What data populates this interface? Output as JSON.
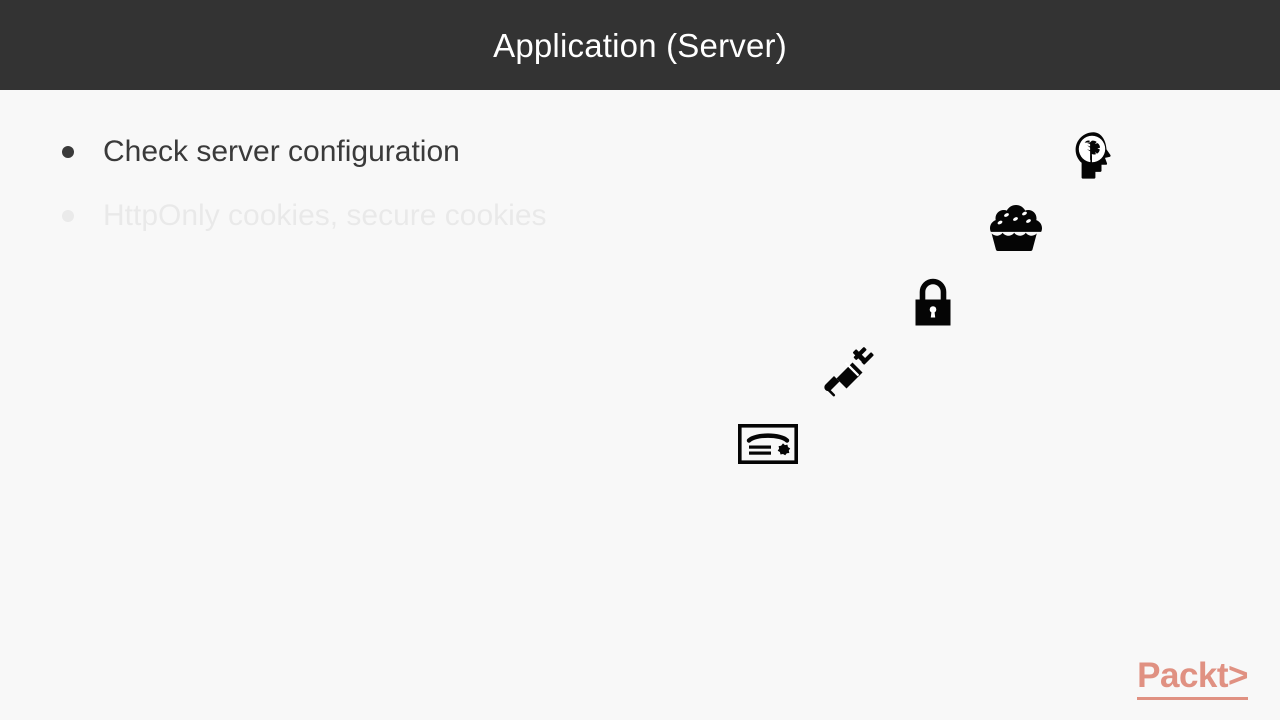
{
  "slide": {
    "title": "Application (Server)",
    "background_color": "#f8f8f8",
    "header_color": "#333333",
    "header_text_color": "#ffffff",
    "bullets": [
      {
        "text": "Check server configuration",
        "state": "visible"
      },
      {
        "text": "HttpOnly cookies, secure cookies",
        "state": "faded"
      }
    ],
    "icons": [
      {
        "name": "psychology-head-brain-icon",
        "label": "psychology"
      },
      {
        "name": "cupcake-icon",
        "label": "cupcake"
      },
      {
        "name": "lock-closed-icon",
        "label": "lock"
      },
      {
        "name": "syringe-icon",
        "label": "syringe"
      },
      {
        "name": "certificate-icon",
        "label": "certificate"
      }
    ]
  },
  "branding": {
    "wordmark": "Packt>",
    "wordmark_plain": "Packt",
    "wordmark_suffix": "‹t›",
    "color": "#e09182"
  }
}
